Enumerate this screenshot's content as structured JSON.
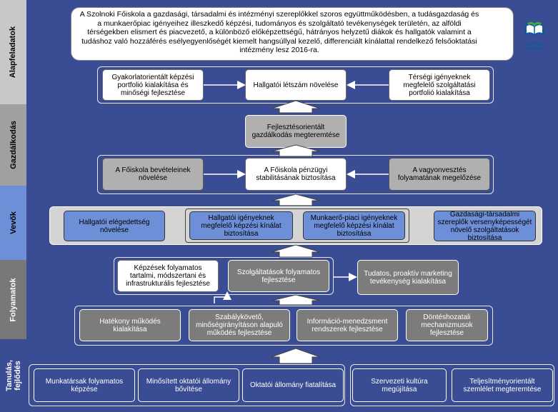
{
  "bands": {
    "alapfeladatok": "Alapfeladatok",
    "gazdalkodas": "Gazdálkodás",
    "vevok": "Vevők",
    "folyamatok": "Folyamatok",
    "tanulas": "Tanulás, fejlődés"
  },
  "mission": "A Szolnoki Főiskola a gazdasági, társadalmi és intézményi szereplőkkel szoros együttműködésben, a tudásgazdaság és a munkaerőpiac igényeihez illeszkedő képzési, tudományos és szolgáltató tevékenységek területén, az alföldi térségekben elismert és piacvezető, a különböző előképzettségű, hátrányos helyzetű diákok és hallgatók valamint a tudáshoz való hozzáférés esélyegyenlőségét kiemelt hangsúllyal kezelő, differenciált kínálattal rendelkező felsőoktatási intézmény lesz 2016-ra.",
  "logo": {
    "text": "Szolnoki Főiskola",
    "icon": "book-logo-icon",
    "colors": {
      "green": "#3aa845",
      "blue": "#0a5a9c"
    }
  },
  "alap": {
    "box1": "Gyakorlatorientált képzési portfolió kialakítása és minőségi fejlesztése",
    "box2": "Hallgatói létszám növelése",
    "box3": "Térségi igényeknek megfelelő szolgáltatási portfolió kialakítása"
  },
  "gazd": {
    "top": "Fejlesztésorientált gazdálkodás megteremtése",
    "left": "A Főiskola bevételeinek növelése",
    "center": "A Főiskola pénzügyi stabilitásának biztosítása",
    "right": "A vagyonvesztés folyamatának megelőzése"
  },
  "vevok": {
    "b1": "Hallgatói elégedettség növelése",
    "b2": "Hallgatói igényeknek megfelelő képzési kínálat biztosítása",
    "b3": "Munkaerő-piaci igényeknek megfelelő képzési kínálat biztosítása",
    "b4": "Gazdasági-társadalmi szereplők versenyképességét növelő szolgáltatások biztosítása"
  },
  "folyamatok": {
    "b1": "Képzések folyamatos tartalmi, módszertani és infrastrukturális fejlesztése",
    "b2": "Szolgáltatások folyamatos fejlesztése",
    "b3": "Tudatos, proaktív marketing tevékenység kialakítása",
    "c1": "Hatékony működés kialakítása",
    "c2": "Szabálykövető, minőségirányításon alapuló működés fejlesztése",
    "c3": "Információ-menedzsment rendszerek fejlesztése",
    "c4": "Döntéshozatali mechanizmusok fejlesztése"
  },
  "tanulas": {
    "b1": "Munkatársak folyamatos képzése",
    "b2": "Minősített oktatói állomány bővítése",
    "b3": "Oktatói állomány fiatalítása",
    "b4": "Szervezeti kultúra megújítása",
    "b5": "Teljesítményorientált szemlélet megteremtése"
  },
  "colors": {
    "background": "#3a4c93",
    "vevok_box": "#6c8fd7",
    "grey_box": "#b0b0b0",
    "dark_grey_box": "#7c7c7c"
  }
}
